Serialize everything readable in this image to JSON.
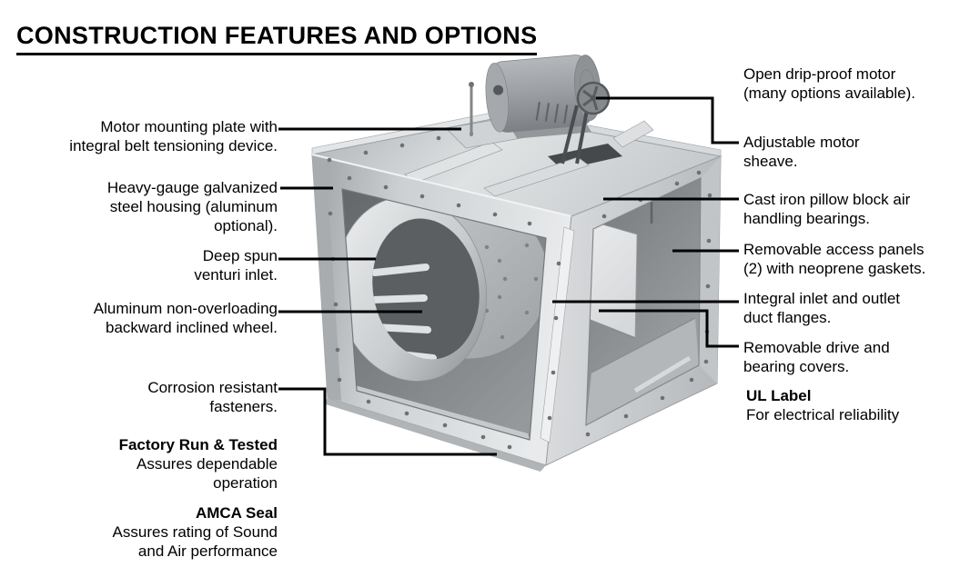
{
  "page": {
    "title": "CONSTRUCTION FEATURES AND OPTIONS"
  },
  "colors": {
    "background": "#ffffff",
    "text": "#000000",
    "leader_line": "#000000",
    "metal_light": "#e8eaeb",
    "metal_mid": "#c8cbcd",
    "metal_dark": "#7c8084"
  },
  "illustration": {
    "alt": "Isometric photo of a square inline centrifugal fan unit with belt-driven motor on top"
  },
  "callouts_left": [
    {
      "id": "motor-mounting-plate",
      "text": "Motor mounting plate with\nintegral belt tensioning device."
    },
    {
      "id": "housing",
      "text": "Heavy-gauge galvanized\nsteel housing (aluminum\noptional)."
    },
    {
      "id": "venturi-inlet",
      "text": "Deep spun\nventuri inlet."
    },
    {
      "id": "wheel",
      "text": "Aluminum non-overloading\nbackward inclined wheel."
    },
    {
      "id": "fasteners",
      "text": "Corrosion resistant\nfasteners."
    }
  ],
  "callouts_right": [
    {
      "id": "motor",
      "text": "Open drip-proof motor\n(many options available)."
    },
    {
      "id": "sheave",
      "text": "Adjustable motor\nsheave."
    },
    {
      "id": "bearings",
      "text": "Cast iron pillow block air\nhandling bearings."
    },
    {
      "id": "access-panels",
      "text": "Removable access panels\n(2) with neoprene gaskets."
    },
    {
      "id": "duct-flanges",
      "text": "Integral inlet and outlet\nduct flanges."
    },
    {
      "id": "drive-covers",
      "text": "Removable drive and\nbearing covers."
    }
  ],
  "features": [
    {
      "id": "factory-run-tested",
      "title": "Factory Run & Tested",
      "body": "Assures dependable\noperation"
    },
    {
      "id": "amca-seal",
      "title": "AMCA Seal",
      "body": "Assures rating of Sound\nand Air performance"
    },
    {
      "id": "ul-label",
      "title": "UL Label",
      "body": "For electrical reliability"
    }
  ]
}
